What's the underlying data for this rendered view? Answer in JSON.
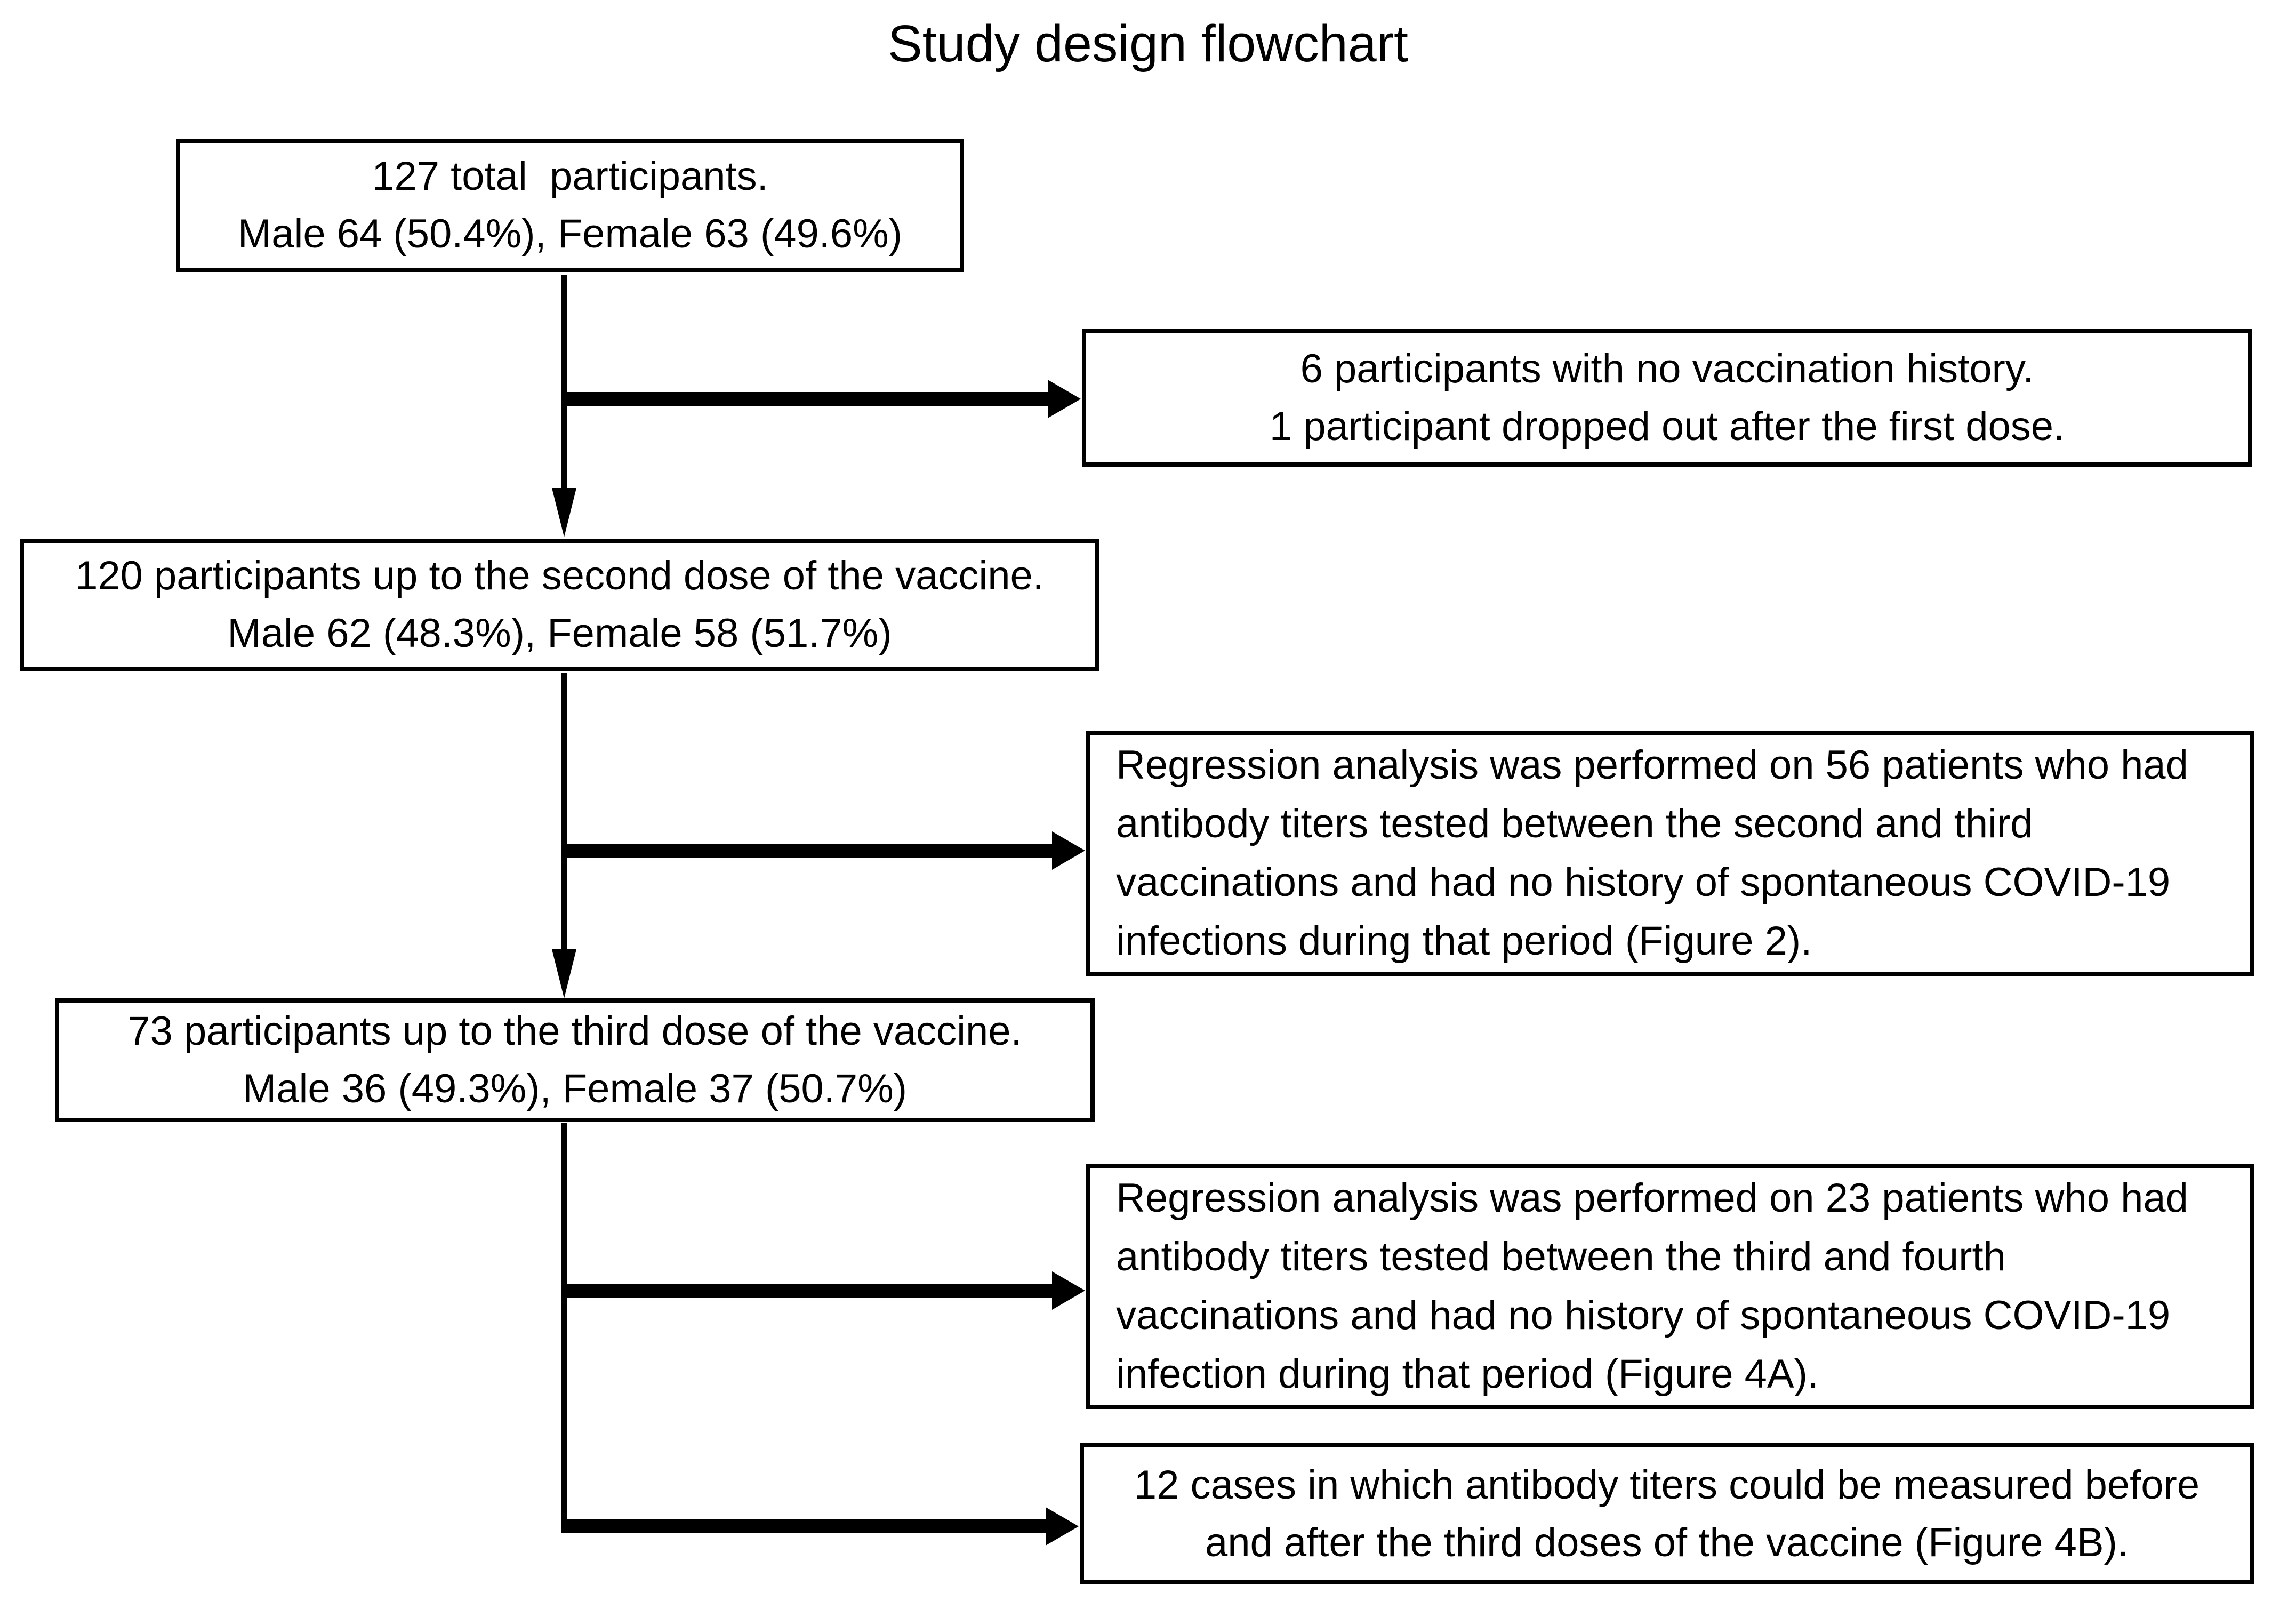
{
  "title": "Study design flowchart",
  "colors": {
    "line": "#000000",
    "text": "#000000",
    "background": "#ffffff"
  },
  "boxes": {
    "total_participants": {
      "text": "127 total  participants.\nMale 64 (50.4%), Female 63 (49.6%)"
    },
    "excluded_no_vaccination": {
      "text": "6 participants with no vaccination history.\n1 participant dropped out after the first dose."
    },
    "second_dose": {
      "text": "120 participants up to the second dose of the vaccine.\nMale 62 (48.3%), Female 58 (51.7%)"
    },
    "regression_second_third": {
      "text": "Regression analysis was performed on 56 patients who had\nantibody titers tested between the second and third\nvaccinations and had no history of spontaneous COVID-19\ninfections during that period (Figure 2)."
    },
    "third_dose": {
      "text": "73 participants up to the third dose of the vaccine.\nMale 36 (49.3%), Female 37 (50.7%)"
    },
    "regression_third_fourth": {
      "text": "Regression analysis was performed on 23 patients who had\nantibody titers tested between the third and fourth\nvaccinations and had no history of spontaneous COVID-19\ninfection during that period (Figure 4A)."
    },
    "measured_before_after": {
      "text": "12 cases in which antibody titers could be measured before\nand after the third doses of the vaccine (Figure 4B)."
    }
  }
}
